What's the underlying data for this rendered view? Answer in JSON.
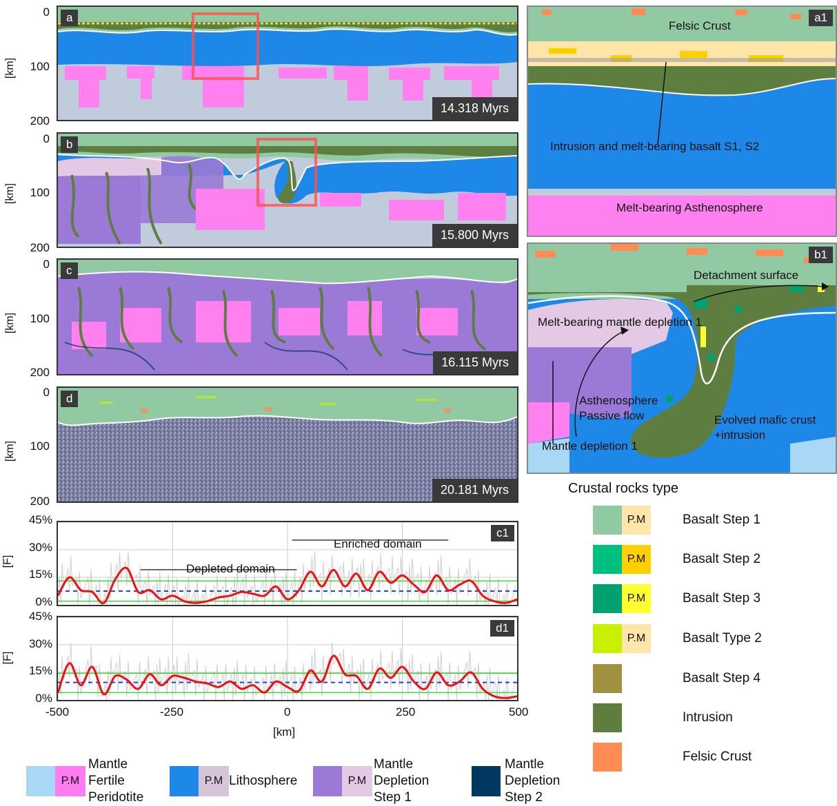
{
  "colors": {
    "felsic": "#91c9a3",
    "basalt1": "#91c9a3",
    "basalt2": "#00c080",
    "basalt3": "#00a070",
    "btype2": "#c8f000",
    "basalt4": "#a09040",
    "intrusion": "#5e7e40",
    "felsicCrust": "#ff8c55",
    "lith": "#1e88e8",
    "asth": "#c0ccdc",
    "melt": "#ff80ee",
    "depl1": "#9a7ad6",
    "depl1pm": "#e3c9e3",
    "depl2": "#003860",
    "fertile": "#a8d8f4",
    "pm1": "#ffe6a8",
    "pm2": "#ffd000",
    "pm3": "#ffff30",
    "pmlith": "#d8c4d8",
    "pmfert": "#ff7cf0"
  },
  "panels": {
    "a": {
      "tag": "a",
      "time": "14.318 Myrs"
    },
    "b": {
      "tag": "b",
      "time": "15.800 Myrs"
    },
    "c": {
      "tag": "c",
      "time": "16.115 Myrs"
    },
    "d": {
      "tag": "d",
      "time": "20.181 Myrs"
    },
    "a1": {
      "tag": "a1"
    },
    "b1": {
      "tag": "b1"
    }
  },
  "depth_axis": {
    "label": "[km]",
    "ticks": [
      "0",
      "100",
      "200"
    ]
  },
  "annotations_a1": {
    "felsic": "Felsic Crust",
    "intrusion": "Intrusion and melt-bearing basalt S1, S2",
    "melt": "Melt-bearing Asthenosphere"
  },
  "annotations_b1": {
    "detach": "Detachment surface",
    "meltdep": "Melt-bearing mantle depletion 1",
    "asth1": "Asthenosphere",
    "asth2": "Passive flow",
    "evolved1": "Evolved mafic crust",
    "evolved2": "+intrusion",
    "mantle": "Mantle depletion 1"
  },
  "chart_data": [
    {
      "id": "c1",
      "type": "line",
      "tag": "c1",
      "ylabel": "[F]",
      "yticks": [
        "0%",
        "15%",
        "30%",
        "45%"
      ],
      "ylim": [
        0,
        45
      ],
      "xlim": [
        -500,
        500
      ],
      "reference_lines": {
        "mean": 7.5,
        "band": [
          2,
          13
        ]
      },
      "annotations": [
        {
          "text": "Depleted domain",
          "x": [
            -320,
            20
          ]
        },
        {
          "text": "Enriched domain",
          "x": [
            10,
            350
          ]
        }
      ],
      "x": [
        -500,
        -475,
        -450,
        -425,
        -400,
        -375,
        -350,
        -325,
        -300,
        -275,
        -250,
        -225,
        -200,
        -175,
        -150,
        -125,
        -100,
        -75,
        -50,
        -25,
        0,
        25,
        50,
        75,
        100,
        125,
        150,
        175,
        200,
        225,
        250,
        275,
        300,
        325,
        350,
        375,
        400,
        425,
        450,
        475,
        500
      ],
      "series": [
        {
          "values": [
            5,
            15,
            8,
            7,
            1,
            14,
            20,
            7,
            8,
            3,
            5,
            2,
            1,
            2,
            4,
            5,
            7,
            6,
            5,
            10,
            3,
            8,
            18,
            10,
            19,
            10,
            17,
            8,
            18,
            12,
            16,
            11,
            7,
            16,
            8,
            11,
            13,
            5,
            2,
            1,
            3
          ]
        }
      ]
    },
    {
      "id": "d1",
      "type": "line",
      "tag": "d1",
      "xlabel": "[km]",
      "ylabel": "[F]",
      "yticks": [
        "0%",
        "15%",
        "30%",
        "45%"
      ],
      "xticks": [
        "-500",
        "-250",
        "0",
        "250",
        "500"
      ],
      "ylim": [
        0,
        45
      ],
      "xlim": [
        -500,
        500
      ],
      "reference_lines": {
        "mean": 9.5,
        "band": [
          4,
          14.5
        ]
      },
      "x": [
        -500,
        -475,
        -450,
        -425,
        -400,
        -375,
        -350,
        -325,
        -300,
        -275,
        -250,
        -225,
        -200,
        -175,
        -150,
        -125,
        -100,
        -75,
        -50,
        -25,
        0,
        25,
        50,
        75,
        100,
        125,
        150,
        175,
        200,
        225,
        250,
        275,
        300,
        325,
        350,
        375,
        400,
        425,
        450,
        475,
        500
      ],
      "series": [
        {
          "values": [
            4,
            20,
            8,
            18,
            3,
            13,
            11,
            6,
            14,
            8,
            13,
            12,
            10,
            9,
            7,
            10,
            6,
            8,
            4,
            10,
            7,
            5,
            16,
            10,
            24,
            14,
            13,
            6,
            17,
            12,
            18,
            10,
            6,
            15,
            8,
            10,
            15,
            6,
            2,
            1,
            2
          ]
        }
      ]
    }
  ],
  "legend_crust": {
    "title": "Crustal rocks type",
    "pm": "P.M",
    "items": [
      {
        "label": "Basalt Step 1",
        "color": "#91c9a3",
        "pm": "#ffe6a8"
      },
      {
        "label": "Basalt Step 2",
        "color": "#00c080",
        "pm": "#ffd000"
      },
      {
        "label": "Basalt Step 3",
        "color": "#00a070",
        "pm": "#ffff30"
      },
      {
        "label": "Basalt Type 2",
        "color": "#c8f000",
        "pm": "#ffe6a8"
      },
      {
        "label": "Basalt Step 4",
        "color": "#a09040"
      },
      {
        "label": "Intrusion",
        "color": "#5e7e40"
      },
      {
        "label": "Felsic Crust",
        "color": "#ff8c55"
      }
    ]
  },
  "legend_mantle": {
    "pm": "P.M",
    "fertile": [
      "Mantle",
      "Fertile",
      "Peridotite"
    ],
    "lith": "Lithosphere",
    "depl1": [
      "Mantle",
      "Depletion",
      "Step 1"
    ],
    "depl2": [
      "Mantle",
      "Depletion",
      "Step 2"
    ]
  }
}
